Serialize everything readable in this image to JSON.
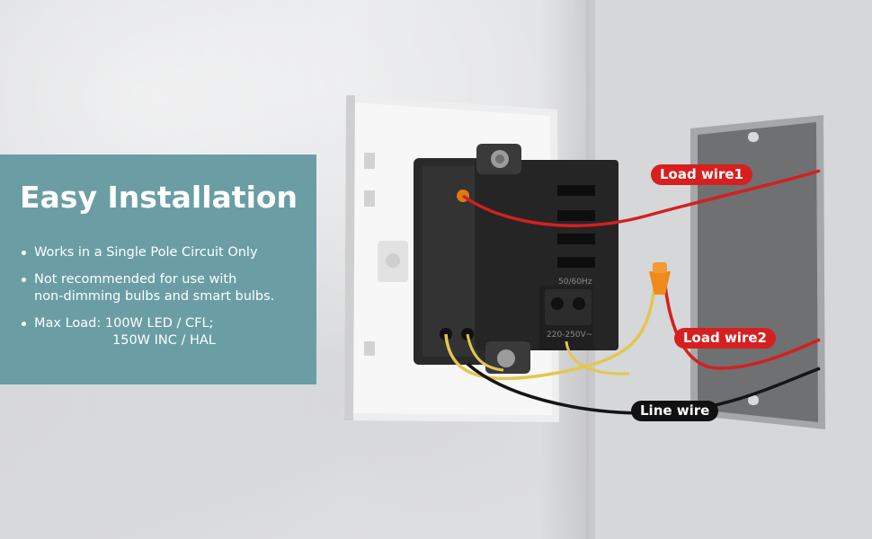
{
  "heading": "Easy Installation",
  "bullets": [
    {
      "line1": "Works in a Single Pole Circuit Only"
    },
    {
      "line1": "Not recommended for use with",
      "line2": "non-dimming bulbs and smart bulbs."
    },
    {
      "line1": "Max Load: 100W LED / CFL;",
      "line2": "150W INC / HAL"
    }
  ],
  "wire_labels": {
    "load1": "Load wire1",
    "load2": "Load wire2",
    "line": "Line wire"
  },
  "device_markings": {
    "freq": "50/60Hz",
    "voltage": "220-250V~"
  },
  "colors": {
    "panel": "#6a9ea4",
    "label_red": "#d81f1f",
    "label_black": "#111111",
    "wire_red": "#d42020",
    "wire_yellow": "#e3c650",
    "wire_black": "#151515",
    "connector": "#f08a1c"
  }
}
